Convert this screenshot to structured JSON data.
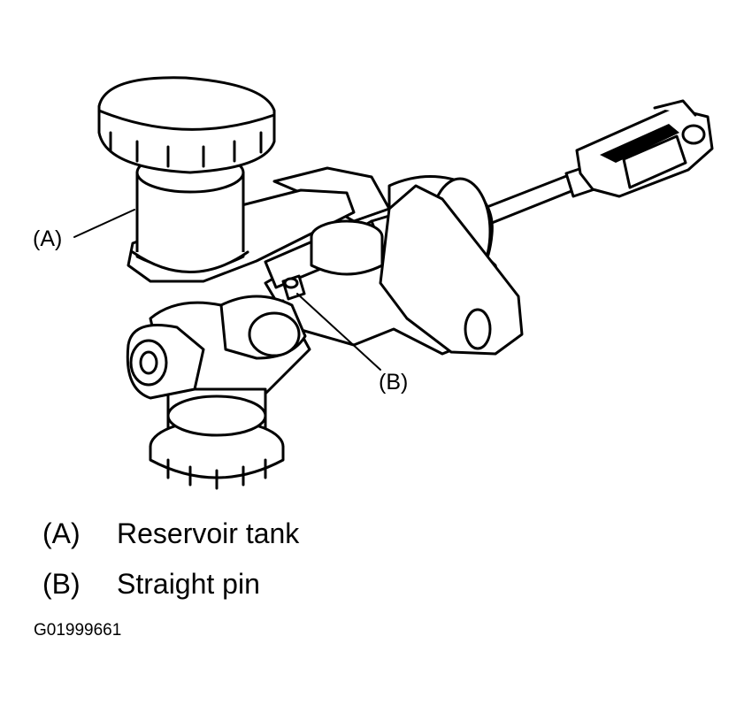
{
  "callouts": {
    "a": "(A)",
    "b": "(B)"
  },
  "legend": [
    {
      "key": "(A)",
      "label": "Reservoir tank"
    },
    {
      "key": "(B)",
      "label": "Straight pin"
    }
  ],
  "figure_id": "G01999661",
  "colors": {
    "ink": "#000000",
    "paper": "#ffffff"
  }
}
